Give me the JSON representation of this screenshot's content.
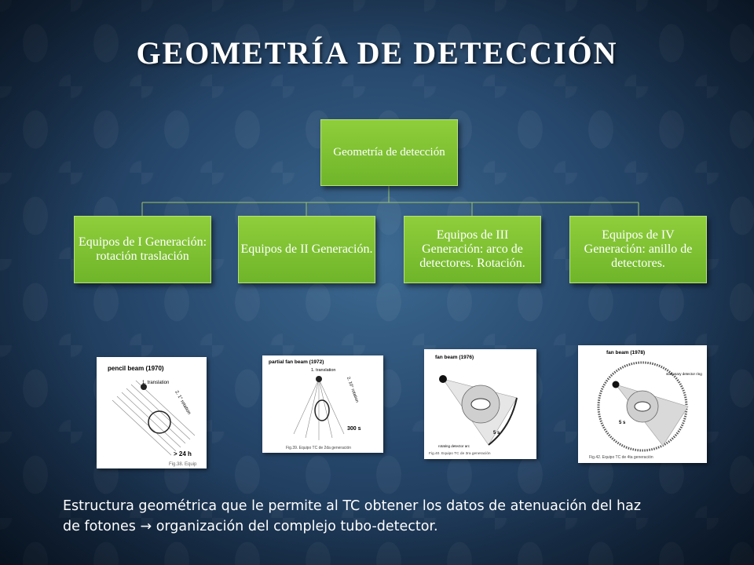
{
  "title": "GEOMETRÍA DE DETECCIÓN",
  "root_node": "Geometría de detección",
  "children": [
    "Equipos de I Generación: rotación traslación",
    "Equipos de II Generación.",
    "Equipos de III Generación: arco de detectores. Rotación.",
    "Equipos de IV Generación: anillo de detectores."
  ],
  "figures": [
    {
      "label": "pencil beam (1970)",
      "texts": [
        "1. translation",
        "2. 1° rotation",
        "> 24 h"
      ],
      "caption": "Fig.38. Equip"
    },
    {
      "label": "partial fan beam (1972)",
      "texts": [
        "1. translation",
        "2. 10° rotation",
        "300 s"
      ],
      "caption": "Fig.39. Equipo TC de 2da generación"
    },
    {
      "label": "fan beam (1976)",
      "texts": [
        "rotating detector arc",
        "5 s"
      ],
      "caption": "Fig.40. Equipo TC de 3ra generación"
    },
    {
      "label": "fan beam (1978)",
      "texts": [
        "stationary detector ring",
        "5 s"
      ],
      "caption": "Fig.42. Equipo TC de 4ta generación"
    }
  ],
  "caption": {
    "line1": "Estructura geométrica que le permite al TC obtener los datos de atenuación del haz",
    "line2_a": "de fotones",
    "arrow": "→",
    "line2_b": "organización del complejo tubo-detector."
  },
  "colors": {
    "node_fill": "#7bbf31",
    "background": "#26476b"
  }
}
